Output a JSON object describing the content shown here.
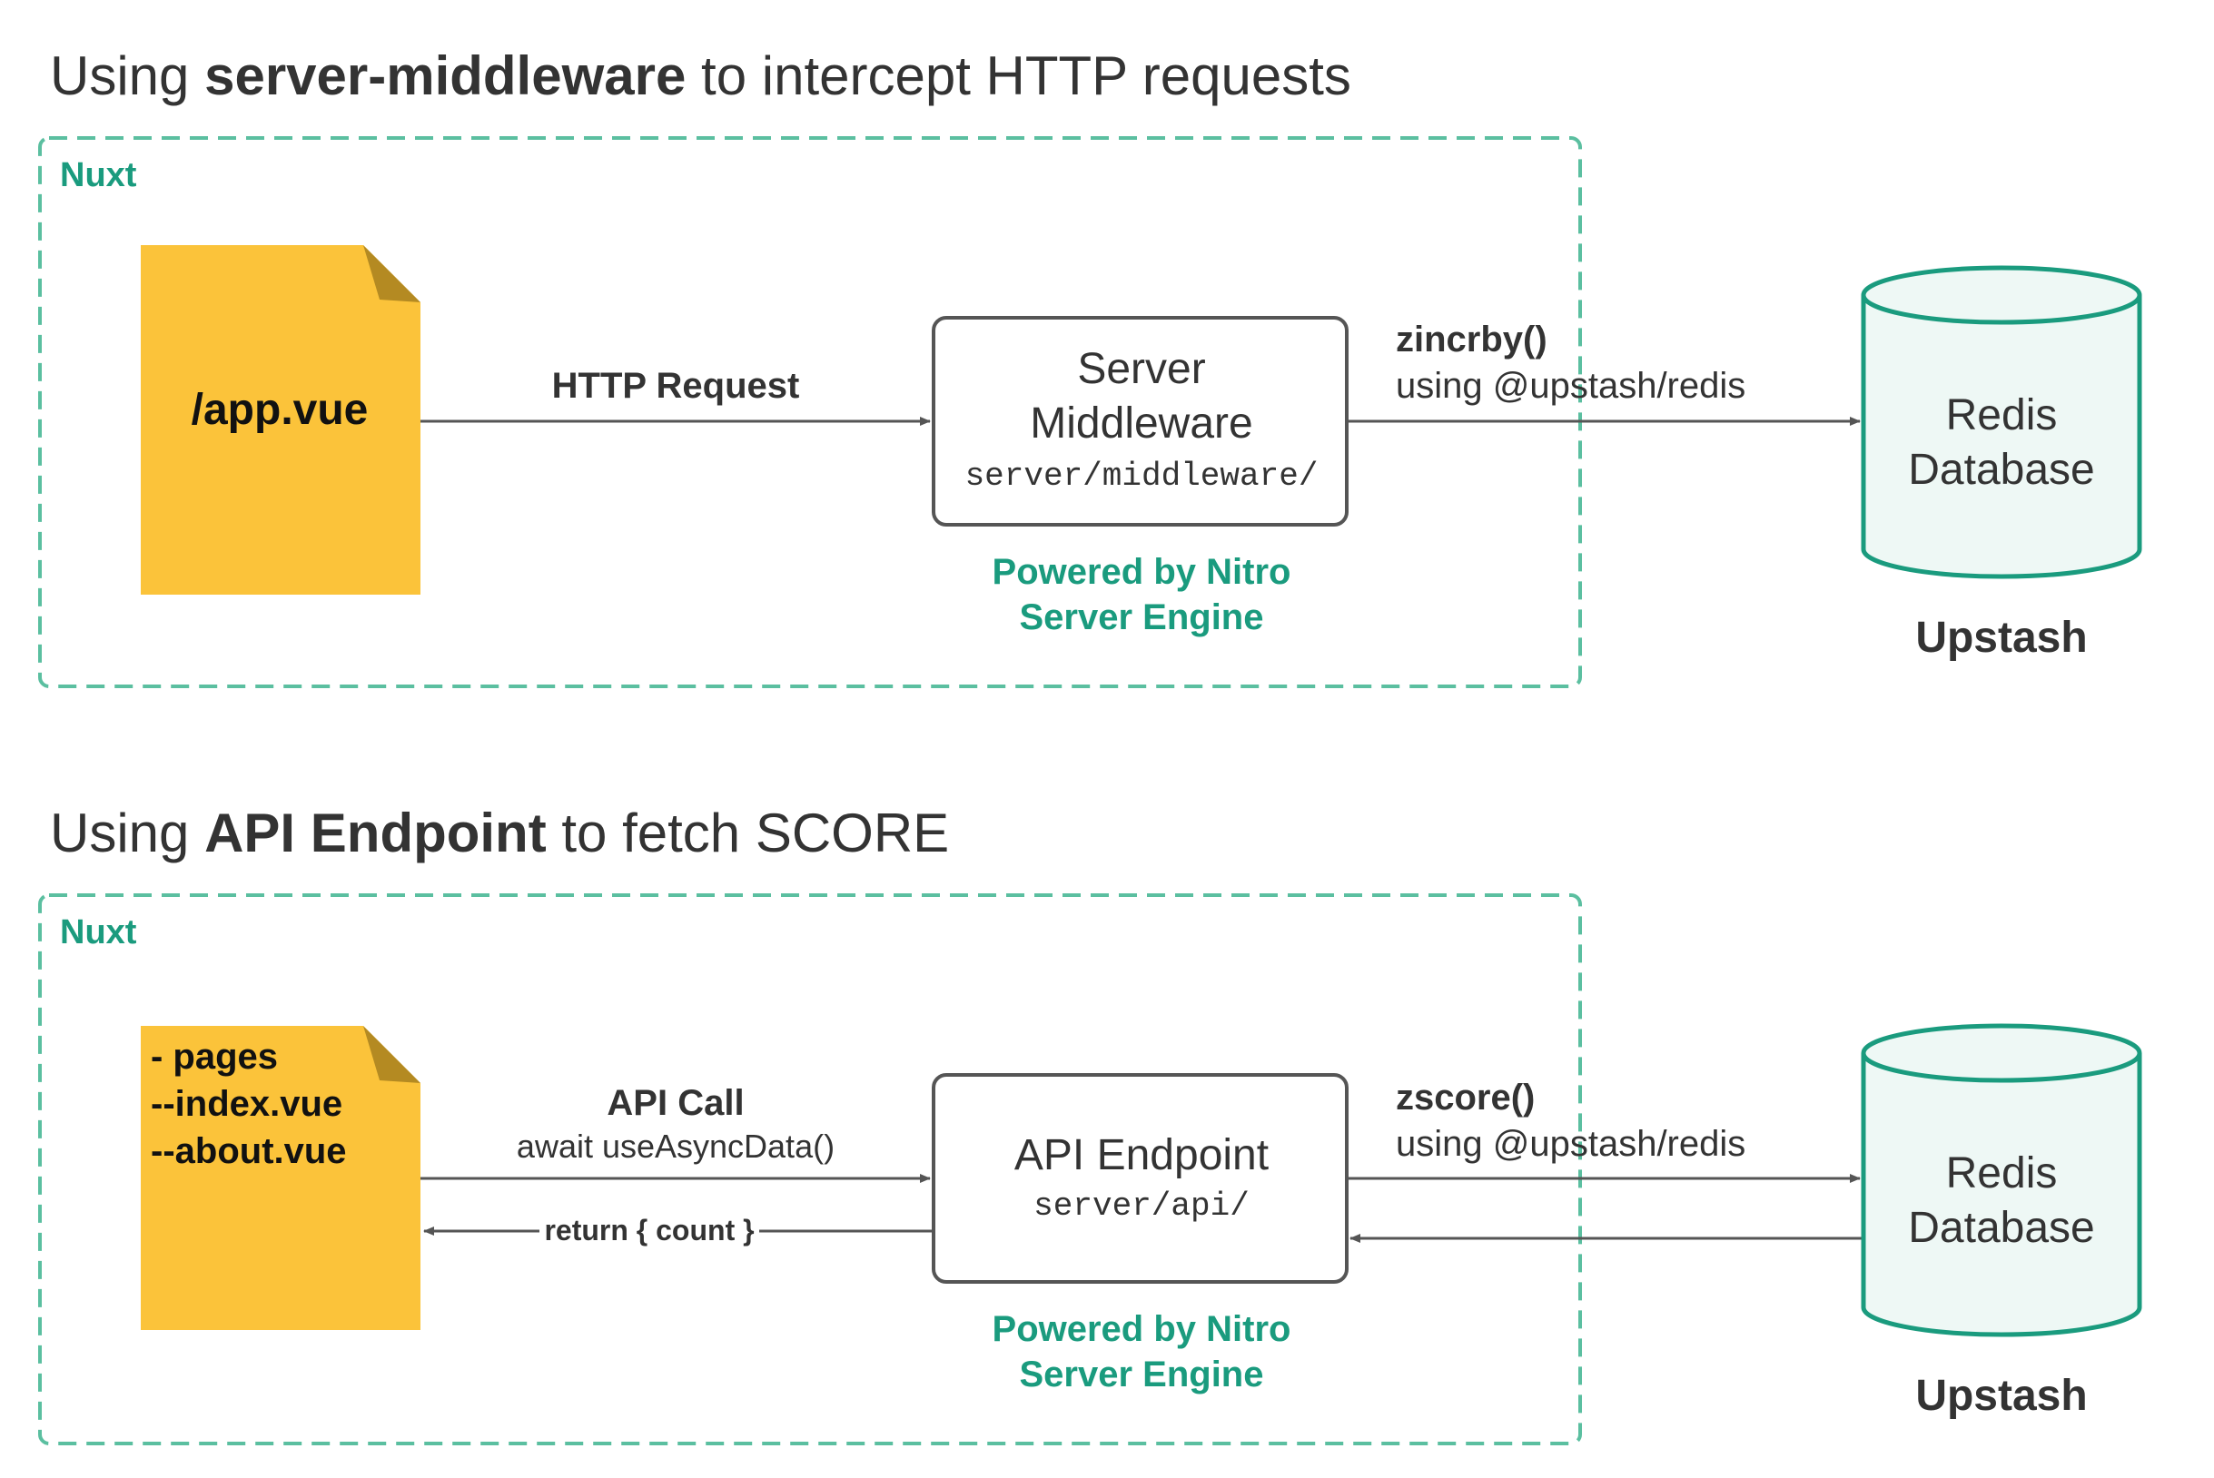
{
  "colors": {
    "teal": "#1a9b7e",
    "dash": "#5bbfa0",
    "doc": "#fbc33a",
    "doc_fold": "#b48a22",
    "db_fill": "#eef8f5",
    "box_stroke": "#555555",
    "arrow": "#555555",
    "text": "#333333"
  },
  "section1": {
    "title_prefix": "Using ",
    "title_bold": "server-middleware",
    "title_suffix": " to intercept HTTP requests",
    "container_label": "Nuxt",
    "doc_label": "/app.vue",
    "request_label": "HTTP Request",
    "middleware_title_1": "Server",
    "middleware_title_2": "Middleware",
    "middleware_path": "server/middleware/",
    "nitro_1": "Powered by Nitro",
    "nitro_2": "Server Engine",
    "redis_call": "zincrby()",
    "redis_using": "using @upstash/redis",
    "db_line1": "Redis",
    "db_line2": "Database",
    "db_provider": "Upstash"
  },
  "section2": {
    "title_prefix": "Using ",
    "title_bold": "API Endpoint",
    "title_suffix": " to fetch SCORE",
    "container_label": "Nuxt",
    "doc_line1": "- pages",
    "doc_line2": "--index.vue",
    "doc_line3": "--about.vue",
    "api_call": "API Call",
    "api_await": "await useAsyncData()",
    "return_label": "return { count }",
    "endpoint_title": "API Endpoint",
    "endpoint_path": "server/api/",
    "nitro_1": "Powered by Nitro",
    "nitro_2": "Server Engine",
    "redis_call": "zscore()",
    "redis_using": "using @upstash/redis",
    "db_line1": "Redis",
    "db_line2": "Database",
    "db_provider": "Upstash"
  }
}
